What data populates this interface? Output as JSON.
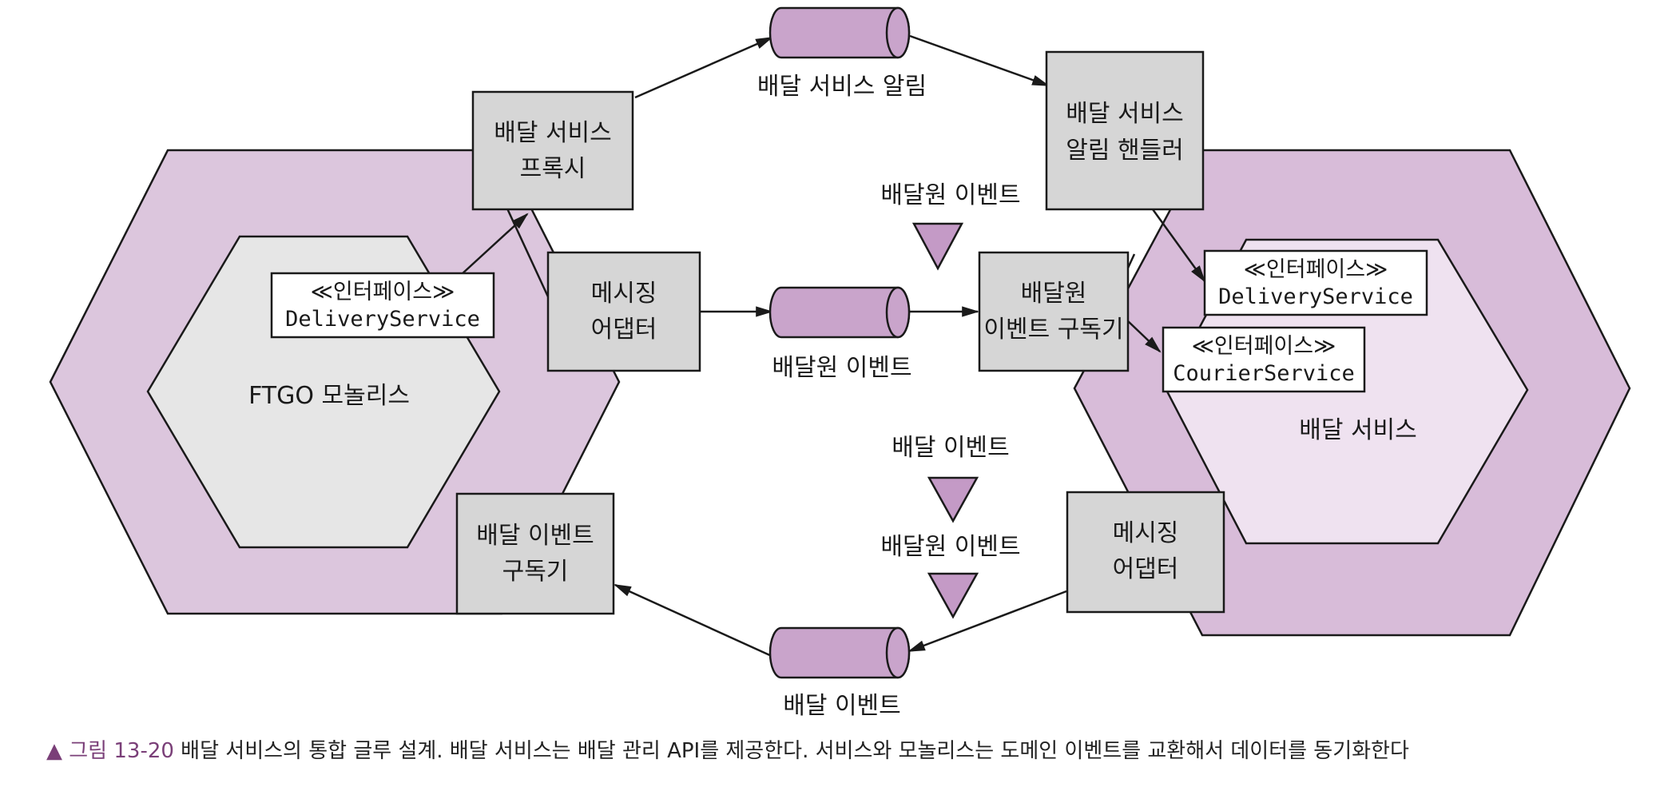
{
  "ftgo": {
    "title": "FTGO 모놀리스",
    "interface_stereotype": "≪인터페이스≫",
    "interface_name": "DeliveryService"
  },
  "proxy": {
    "line1": "배달 서비스",
    "line2": "프록시"
  },
  "messaging_adapter_left": {
    "line1": "메시징",
    "line2": "어댑터"
  },
  "delivery_event_subscriber": {
    "line1": "배달 이벤트",
    "line2": "구독기"
  },
  "notification_handler": {
    "line1": "배달 서비스",
    "line2": "알림 핸들러"
  },
  "courier_event_subscriber": {
    "line1": "배달원",
    "line2": "이벤트 구독기"
  },
  "messaging_adapter_right": {
    "line1": "메시징",
    "line2": "어댑터"
  },
  "delivery_service": {
    "title": "배달 서비스",
    "iface1_stereotype": "≪인터페이스≫",
    "iface1_name": "DeliveryService",
    "iface2_stereotype": "≪인터페이스≫",
    "iface2_name": "CourierService"
  },
  "channels": {
    "notification": "배달 서비스 알림",
    "courier_events": "배달원 이벤트",
    "delivery_events": "배달 이벤트"
  },
  "event_labels": {
    "courier_event_top": "배달원 이벤트",
    "delivery_event_mid": "배달 이벤트",
    "courier_event_mid": "배달원 이벤트"
  },
  "caption": {
    "prefix": "▲ 그림 13-20",
    "text": " 배달 서비스의 통합 글루 설계. 배달 서비스는 배달 관리 API를 제공한다. 서비스와 모놀리스는 도메인 이벤트를 교환해서 데이터를 동기화한다"
  },
  "colors": {
    "hex_outer": "#dcc6dd",
    "hex_inner_left": "#e6e6e6",
    "hex_outer_right": "#d8bcd9",
    "hex_inner_right": "#efe2f0",
    "box_fill": "#d6d6d6",
    "channel_fill": "#c9a4cb",
    "event_triangle": "#c49ac6"
  }
}
